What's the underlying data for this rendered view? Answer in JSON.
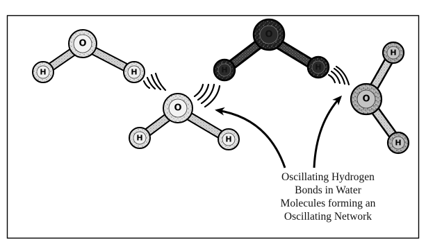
{
  "molecules": [
    {
      "id": "water-1",
      "style": "light",
      "atoms": {
        "oxygen": "O",
        "hydrogen_left": "H",
        "hydrogen_right": "H"
      }
    },
    {
      "id": "water-2",
      "style": "light",
      "atoms": {
        "oxygen": "O",
        "hydrogen_left": "H",
        "hydrogen_right": "H"
      }
    },
    {
      "id": "water-3",
      "style": "dark",
      "atoms": {
        "oxygen": "O",
        "hydrogen_left": "H",
        "hydrogen_right": "H"
      }
    },
    {
      "id": "water-4",
      "style": "medium",
      "atoms": {
        "oxygen": "O",
        "hydrogen_top": "H",
        "hydrogen_bottom": "H"
      }
    }
  ],
  "caption": {
    "lines": [
      "Oscillating Hydrogen",
      "Bonds in Water",
      "Molecules forming an",
      "Oscillating Network"
    ]
  },
  "colors": {
    "frame": "#000000",
    "light_atom": "#dedede",
    "medium_atom": "#9a9a9a",
    "dark_atom": "#1a1a1a",
    "text": "#111111"
  }
}
